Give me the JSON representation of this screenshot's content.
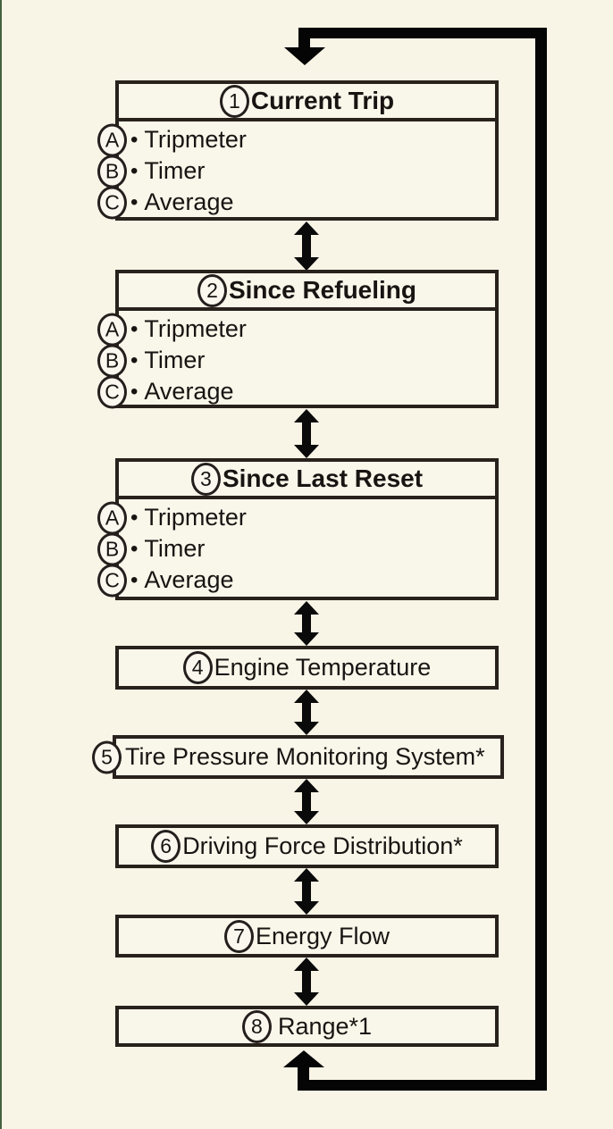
{
  "diagram": {
    "kind": "menu-cycle-flow",
    "bullet": "•",
    "colors": {
      "background": "#f8f4e6",
      "box_fill": "#f9f6ea",
      "box_border": "#28211c",
      "loop_line": "#050505",
      "page_edge_green": "#44613f",
      "text": "#181412"
    },
    "menu": {
      "boxes": [
        {
          "num": "1",
          "title": "Current Trip",
          "items": [
            {
              "letter": "A",
              "label": "Tripmeter"
            },
            {
              "letter": "B",
              "label": "Timer"
            },
            {
              "letter": "C",
              "label": "Average"
            }
          ]
        },
        {
          "num": "2",
          "title": "Since Refueling",
          "items": [
            {
              "letter": "A",
              "label": "Tripmeter"
            },
            {
              "letter": "B",
              "label": "Timer"
            },
            {
              "letter": "C",
              "label": "Average"
            }
          ]
        },
        {
          "num": "3",
          "title": "Since Last Reset",
          "items": [
            {
              "letter": "A",
              "label": "Tripmeter"
            },
            {
              "letter": "B",
              "label": "Timer"
            },
            {
              "letter": "C",
              "label": "Average"
            }
          ]
        },
        {
          "num": "4",
          "title": "Engine Temperature"
        },
        {
          "num": "5",
          "title": "Tire Pressure Monitoring System*"
        },
        {
          "num": "6",
          "title": "Driving Force Distribution*"
        },
        {
          "num": "7",
          "title": "Energy Flow"
        },
        {
          "num": "8",
          "title": "Range*1"
        }
      ]
    }
  }
}
